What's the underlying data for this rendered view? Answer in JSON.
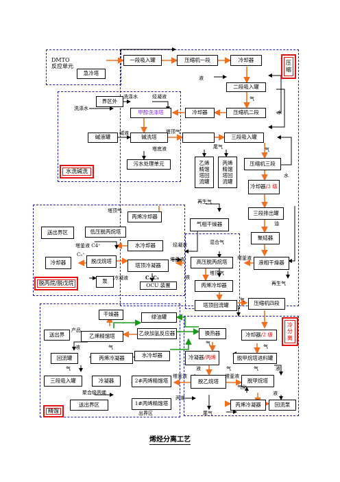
{
  "title": "烯烃分离工艺",
  "sections": {
    "compression": "压缩",
    "water_wash": "水洗碱洗",
    "depropanizer": "脱丙烷/脱戊烷",
    "cold_sep": "冷分离",
    "refine": "精馏"
  },
  "units": {
    "dmto": "DMTO 反应单元",
    "quench": "急冷塔",
    "stage1_drum": "一段吸入罐",
    "comp1": "压缩机一段",
    "cooler_a": "冷却器",
    "stage2_drum": "二段吸入罐",
    "comp2": "压缩机二段",
    "cooler_b": "冷却器",
    "outside_a": "界区外",
    "methanol_wash": "甲醇洗涤塔",
    "caustic_tank": "碱液罐",
    "caustic_tower": "碱洗塔",
    "wastewater": "污水处理单元",
    "blank": "",
    "stage3_drum": "三段吸入罐",
    "ethylene_reflux": "乙烯精馏塔回流罐",
    "propylene_reflux": "丙烯精馏塔回流罐",
    "comp3": "压缩机三段",
    "cooler3": "冷却器",
    "cooler3_suffix": "/3 级",
    "stage3_out": "三段排出罐",
    "gas_dryer": "气相干燥器",
    "coalescer": "聚结器",
    "deprop_cooler": "丙烯冷却器",
    "to_outside_a": "送出界区",
    "low_deprop": "低压脱丙烷塔",
    "water_cooler1": "水冷却器",
    "cooler_c": "冷却器",
    "debut": "脱戊烷塔",
    "top_condenser": "塔顶冷凝器",
    "pump": "泵",
    "ocu": "OCU 装置",
    "high_deprop": "高压脱丙烷塔",
    "liquid_dryer": "液相干燥器",
    "propylene_cooler": "丙烯冷却器",
    "top_reflux": "塔顶回流罐",
    "comp4": "压缩机四段",
    "dryer": "干燥器",
    "green_oil": "绿油罐",
    "to_outside_b": "送出界",
    "ethylene_tower": "乙烯精馏塔",
    "acetylene": "乙炔加氢反应器",
    "exchanger": "换热器",
    "cooler4": "冷却器",
    "cooler4_suffix": "/2 级",
    "reflux_drum": "回流罐",
    "prop_condenser": "丙烯冷凝器",
    "water_cooler2": "水冷却器",
    "condenser_prop": "冷凝器",
    "condenser_prop_suffix": "/丙烯",
    "demethanizer_drum": "脱甲烷塔进料罐",
    "stage3_drum_b": "三段吸入罐",
    "condenser": "冷凝器",
    "prop2": "2#丙烯精馏塔",
    "deethanizer": "脱乙烷塔",
    "demethanizer": "脱甲烷塔",
    "to_outside_c": "送出界区",
    "prop1": "1#丙烯精馏塔",
    "prop_condenser2": "丙烯冷凝器",
    "reflux_pump": "回流泵"
  },
  "labels": {
    "liquid1": "液",
    "gas1": "气",
    "water1": "水",
    "wash_water": "洗涤水",
    "wash_water2": "洗涤水",
    "hc_condensate": "烃凝液",
    "caustic": "碱液",
    "top_gas": "塔顶气",
    "bottom_liquid": "塔底液",
    "tail_gas": "尾气",
    "gas2": "气",
    "water2": "水",
    "regen_gas": "再生气",
    "oil": "油",
    "top_gas2": "塔顶气",
    "bottom_c4": "塔釜液 C4⁺",
    "c5": "C₅⁺",
    "hc_condensate2": "烃凝液",
    "mixed_gas": "混合气",
    "bottom_liquid2": "塔釜液",
    "condensate": "冷凝液",
    "c4c5": "C₄/C₅",
    "liquid2": "液",
    "top_gas3": "塔顶气",
    "bottom_liquid3": "塔釜液",
    "regen_gas2": "再生气",
    "gas3": "气",
    "product": "产品",
    "liquid3": "液",
    "gas4": "气",
    "gas5": "气",
    "gas6": "气",
    "liquid4": "液",
    "gas7": "气",
    "liquid5": "液",
    "bottom_liquid4": "塔釜液",
    "bottom_liquid5": "塔釜液",
    "gasify": "气化",
    "mixed_propylene": "聚合级丙烯",
    "gas8": "气",
    "liquid6": "液",
    "propylene": "丙烯",
    "to_outside_d": "出界区",
    "tail_gas2": "尾气",
    "gas9": "气"
  }
}
